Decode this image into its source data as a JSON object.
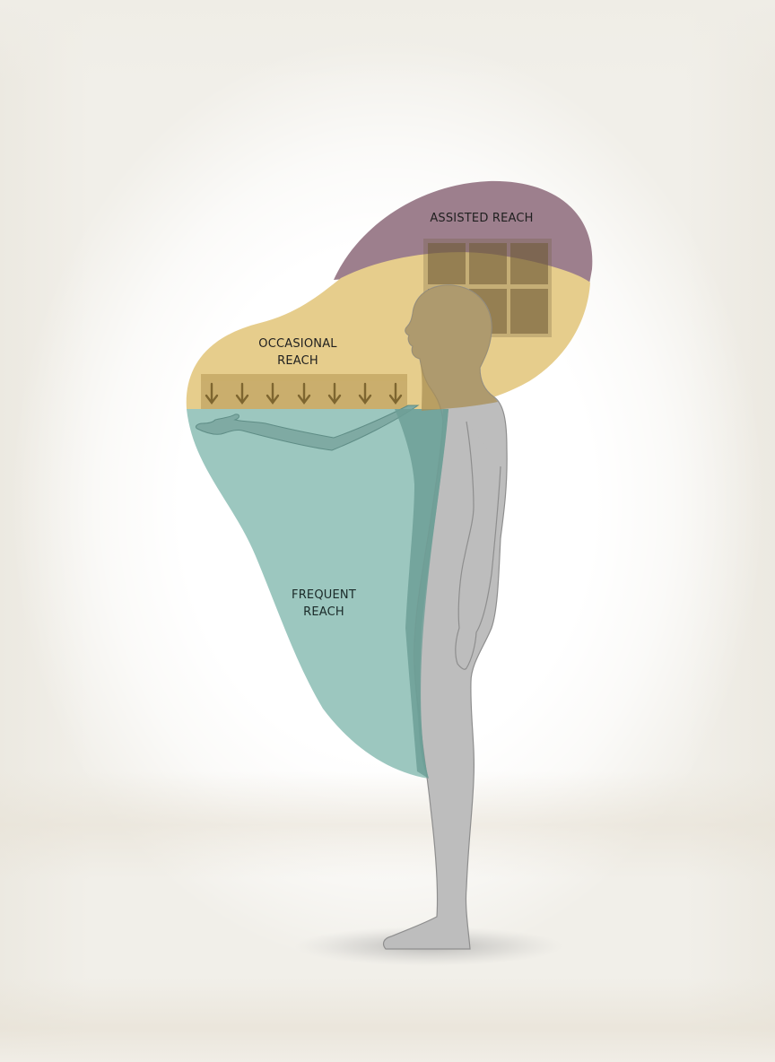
{
  "diagram": {
    "type": "reach-zones-illustration",
    "zones": [
      {
        "id": "assisted",
        "label": "ASSISTED REACH",
        "color": "#9d7f8d",
        "icon": "window-grid-icon"
      },
      {
        "id": "occasional",
        "label_line1": "OCCASIONAL",
        "label_line2": "REACH",
        "color": "#e6cd8c",
        "icon": "coat-hook-rail-icon"
      },
      {
        "id": "frequent",
        "label_line1": "FREQUENT",
        "label_line2": "REACH",
        "color": "#9cc7bf"
      }
    ],
    "figure": {
      "description": "standing human silhouette, side profile, arm extended",
      "color": "#bdbdbd"
    },
    "hook_count": 7,
    "window_panes": 6
  },
  "labels": {
    "assisted": "ASSISTED REACH",
    "occasional_1": "OCCASIONAL",
    "occasional_2": "REACH",
    "frequent_1": "FREQUENT",
    "frequent_2": "REACH"
  }
}
